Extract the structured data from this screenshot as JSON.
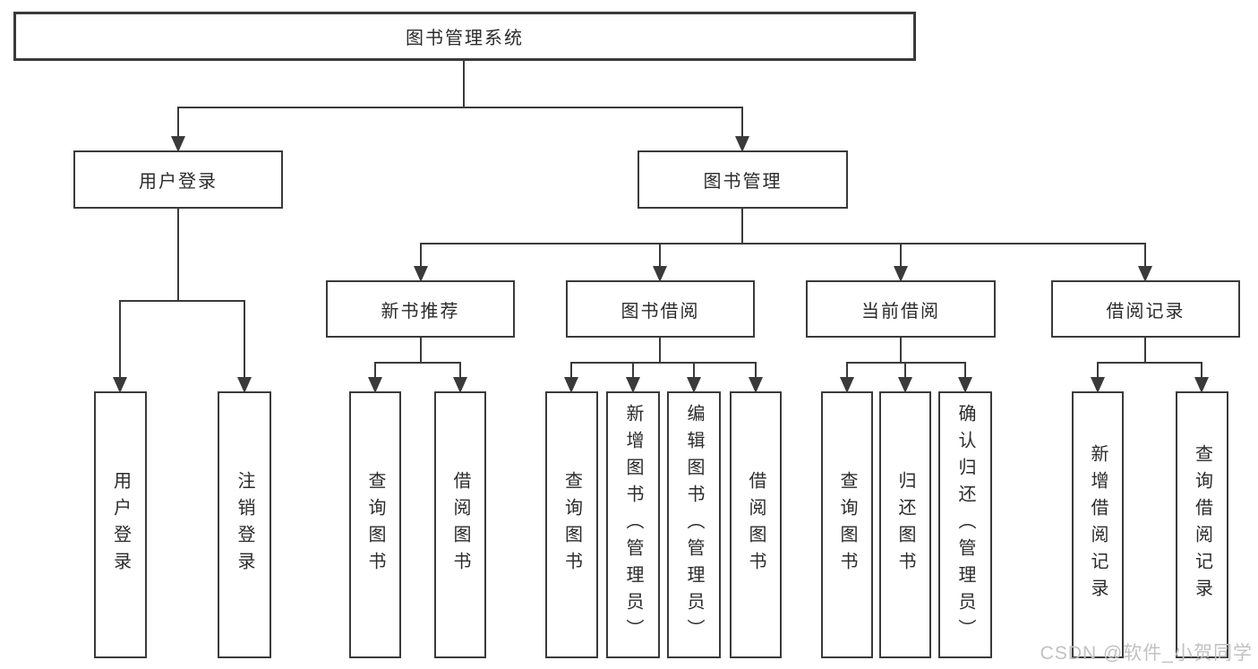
{
  "tree": {
    "root": {
      "label": "图书管理系统"
    },
    "user_login": {
      "label": "用户登录",
      "children": {
        "login": {
          "label": "用户登录"
        },
        "logout": {
          "label": "注销登录"
        }
      }
    },
    "book_mgmt": {
      "label": "图书管理",
      "groups": {
        "new_book_rec": {
          "label": "新书推荐",
          "children": {
            "query_books": {
              "label": "查询图书"
            },
            "borrow_books": {
              "label": "借阅图书"
            }
          }
        },
        "book_borrow": {
          "label": "图书借阅",
          "children": {
            "query_books": {
              "label": "查询图书"
            },
            "add_books": {
              "label": "新增图书（管理员）"
            },
            "edit_books": {
              "label": "编辑图书（管理员）"
            },
            "borrow_books": {
              "label": "借阅图书"
            }
          }
        },
        "current_borrow": {
          "label": "当前借阅",
          "children": {
            "query_books": {
              "label": "查询图书"
            },
            "return_books": {
              "label": "归还图书"
            },
            "confirm_return": {
              "label": "确认归还（管理员）"
            }
          }
        },
        "borrow_records": {
          "label": "借阅记录",
          "children": {
            "add_record": {
              "label": "新增借阅记录"
            },
            "query_record": {
              "label": "查询借阅记录"
            }
          }
        }
      }
    }
  },
  "watermark": {
    "text": "CSDN @软件_小贺同学",
    "color": "#c1c1c1"
  },
  "colors": {
    "line": "#3a3a3a"
  }
}
